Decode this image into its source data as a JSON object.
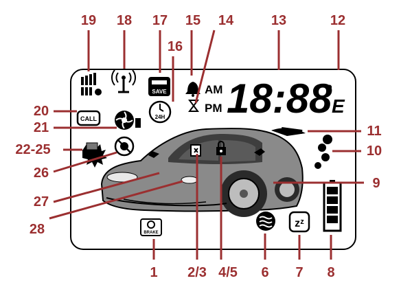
{
  "callouts": {
    "n1": "1",
    "n2_3": "2/3",
    "n4_5": "4/5",
    "n6": "6",
    "n7": "7",
    "n8": "8",
    "n9": "9",
    "n10": "10",
    "n11": "11",
    "n12": "12",
    "n13": "13",
    "n14": "14",
    "n15": "15",
    "n16": "16",
    "n17": "17",
    "n18": "18",
    "n19": "19",
    "n20": "20",
    "n21": "21",
    "n22_25": "22-25",
    "n26": "26",
    "n27": "27",
    "n28": "28"
  },
  "display": {
    "clock": "18:88",
    "degree": "°",
    "unit": "E",
    "am": "AM",
    "pm": "PM",
    "call": "CALL",
    "save": "SAVE",
    "h24": "24H",
    "brake": "BRAKE",
    "zz": "zᶻ"
  },
  "colors": {
    "callout": "#9b2f30",
    "ink": "#000000"
  }
}
